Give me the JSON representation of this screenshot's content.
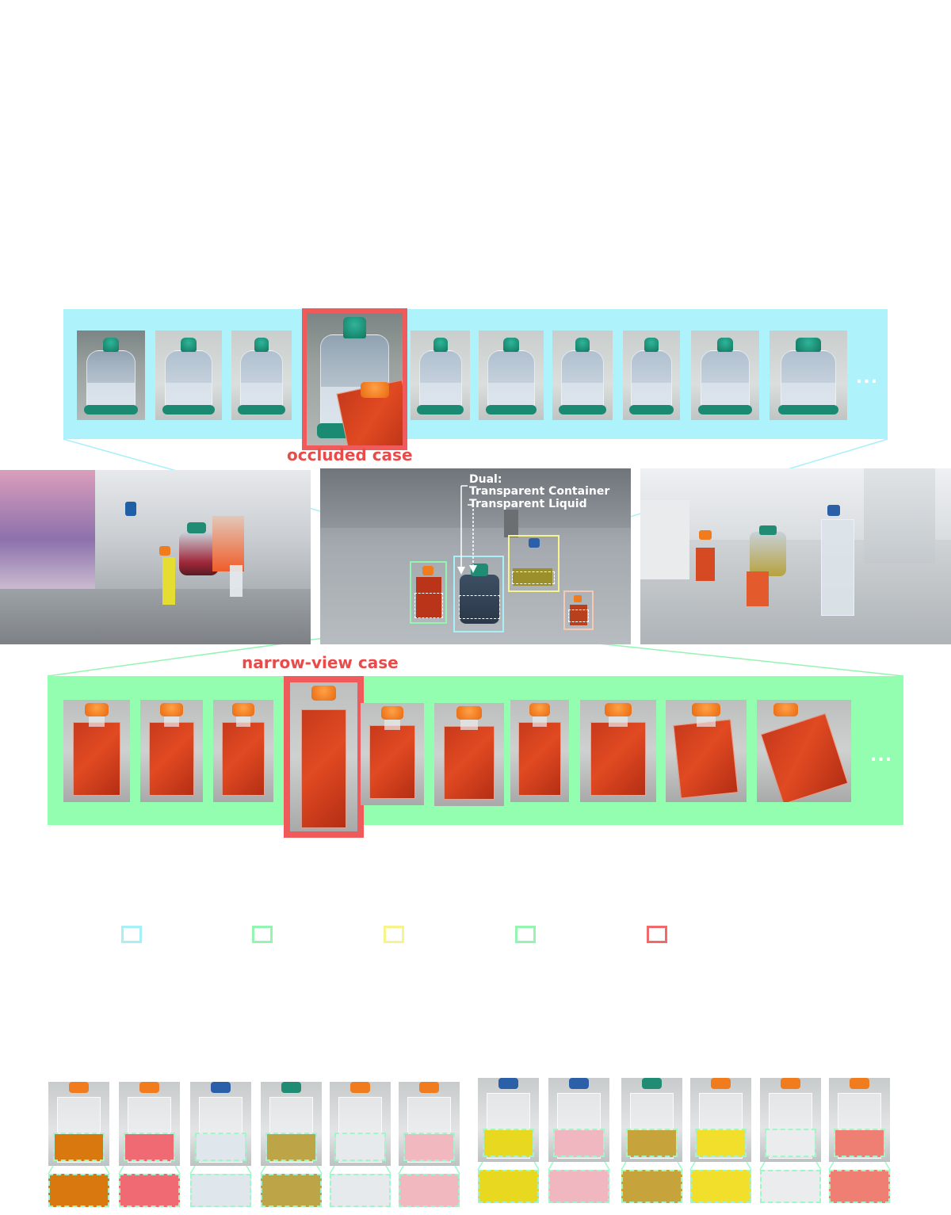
{
  "annotations": {
    "occluded_label": "occluded case",
    "narrow_view_label": "narrow-view case",
    "dual_title": "Dual:",
    "dual_line1": "Transparent Container",
    "dual_line2": "Transparent Liquid",
    "more_indicator": "..."
  },
  "colors": {
    "cyan": "#aef3fb",
    "green": "#93fdb0",
    "red": "#f05a5a",
    "yellow": "#f6f48a",
    "peach": "#f6c9b4",
    "box_cyan": "#a7f0f7"
  },
  "legend": [
    {
      "color": "#a7f0f7"
    },
    {
      "color": "#93f5b0"
    },
    {
      "color": "#f6f48a"
    },
    {
      "color": "#93f5b0"
    },
    {
      "color": "#f06a6a"
    }
  ],
  "bottom_tiles": [
    {
      "liquid": "#d9780f"
    },
    {
      "liquid": "#f06a74"
    },
    {
      "liquid": "#dfe6ec"
    },
    {
      "liquid": "#bda447"
    },
    {
      "liquid": "#e7eaed"
    },
    {
      "liquid": "#f2b8c0"
    },
    {
      "liquid": "#e8d920"
    },
    {
      "liquid": "#f0b7c1"
    },
    {
      "liquid": "#c7a43b"
    },
    {
      "liquid": "#f1df2b"
    },
    {
      "liquid": "#eaecee"
    },
    {
      "liquid": "#ef7e73"
    }
  ]
}
